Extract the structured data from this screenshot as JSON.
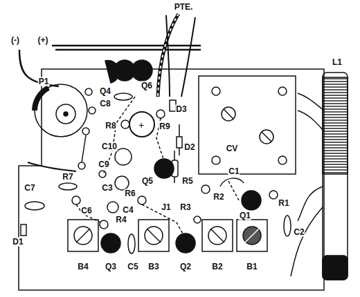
{
  "diagram": {
    "labels": [
      "(-)",
      "(+)",
      "PTE.",
      "L1",
      "P1",
      "Q4",
      "Q6",
      "C8",
      "D3",
      "CV",
      "R8",
      "R9",
      "D2",
      "C10",
      "C9",
      "Q5",
      "R5",
      "C7",
      "R7",
      "C3",
      "R6",
      "C1",
      "J1",
      "R2",
      "Q1",
      "R3",
      "R1",
      "C6",
      "C4",
      "R4",
      "D1",
      "C2",
      "B4",
      "Q3",
      "C5",
      "B3",
      "Q2",
      "B2",
      "B1"
    ]
  }
}
